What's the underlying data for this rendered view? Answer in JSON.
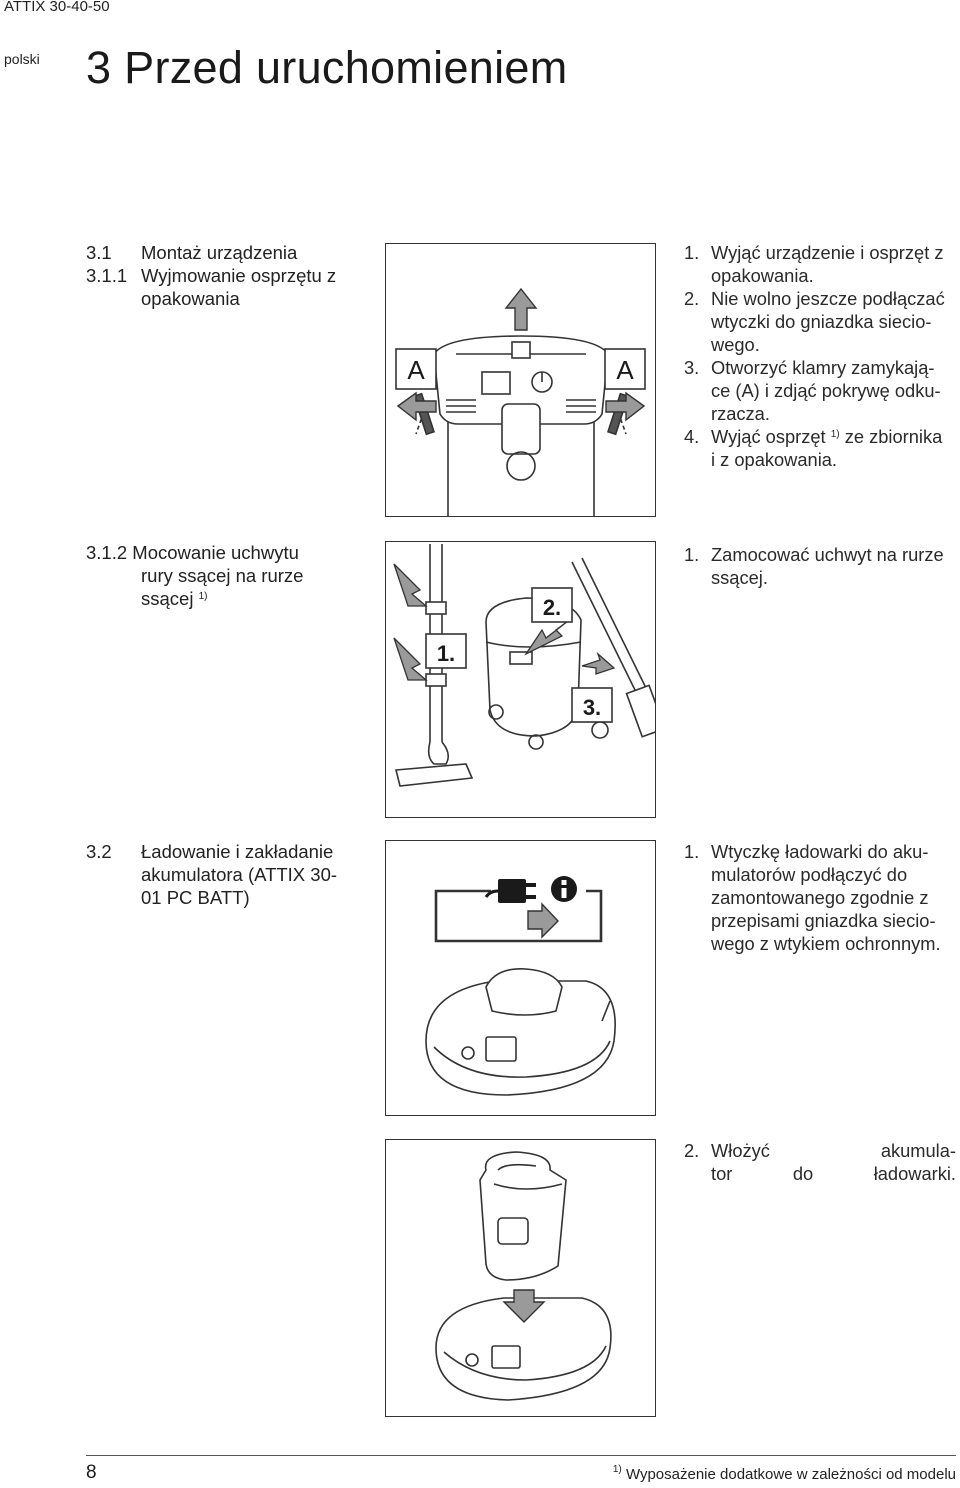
{
  "header": {
    "doc_title": "ATTIX 30-40-50",
    "language": "polski"
  },
  "page_title": "3 Przed uruchomieniem",
  "sections": [
    {
      "heading_lines": [
        {
          "num": "3.1",
          "text": "Montaż urządzenia"
        },
        {
          "num": "3.1.1",
          "text": "Wyjmowanie osprzętu z"
        },
        {
          "num": "",
          "text": "opakowania"
        }
      ],
      "figure_labels": {
        "left_clamp": "A",
        "right_clamp": "A"
      },
      "steps": [
        {
          "n": "1.",
          "lines": [
            "Wyjąć urządzenie i osprzęt z",
            "opakowania."
          ]
        },
        {
          "n": "2.",
          "lines": [
            "Nie wolno jeszcze podłączać",
            "wtyczki do gniazdka siecio-",
            "wego."
          ]
        },
        {
          "n": "3.",
          "lines": [
            "Otworzyć klamry zamykają-",
            "ce (A) i zdjąć pokrywę odku-",
            "rzacza."
          ]
        },
        {
          "n": "4.",
          "lines": [
            "Wyjąć osprzęt",
            "ze zbiornika",
            "i z opakowania."
          ],
          "sup": "1)"
        }
      ]
    },
    {
      "heading_lines": [
        "3.1.2 Mocowanie uchwytu",
        "rury ssącej na rurze",
        "ssącej"
      ],
      "heading_sup": "1)",
      "figure_labels": [
        "1.",
        "2.",
        "3."
      ],
      "steps": [
        {
          "n": "1.",
          "lines": [
            "Zamocować uchwyt na rurze",
            "ssącej."
          ]
        }
      ]
    },
    {
      "heading_num": "3.2",
      "heading_lines": [
        "Ładowanie i zakładanie",
        "akumulatora (ATTIX 30-",
        "01 PC BATT)"
      ],
      "steps": [
        {
          "n": "1.",
          "lines": [
            "Wtyczkę ładowarki do aku-",
            "mulatorów podłączyć do",
            "zamontowanego zgodnie z",
            "przepisami gniazdka siecio-",
            "wego z wtykiem ochronnym."
          ]
        },
        {
          "n": "2.",
          "lines": [
            "Włożyć akumula-",
            "tor do ładowarki."
          ]
        }
      ],
      "step2_words": {
        "l1a": "Włożyć",
        "l1b": "akumula-",
        "l2a": "tor",
        "l2b": "do",
        "l2c": "ładowarki."
      }
    }
  ],
  "footer": {
    "page_number": "8",
    "footnote_mark": "1)",
    "footnote_text": "Wyposażenie dodatkowe w zależności od modelu"
  },
  "colors": {
    "line": "#333333",
    "arrow_fill": "#9a9a9a",
    "text": "#1a1a1a"
  }
}
